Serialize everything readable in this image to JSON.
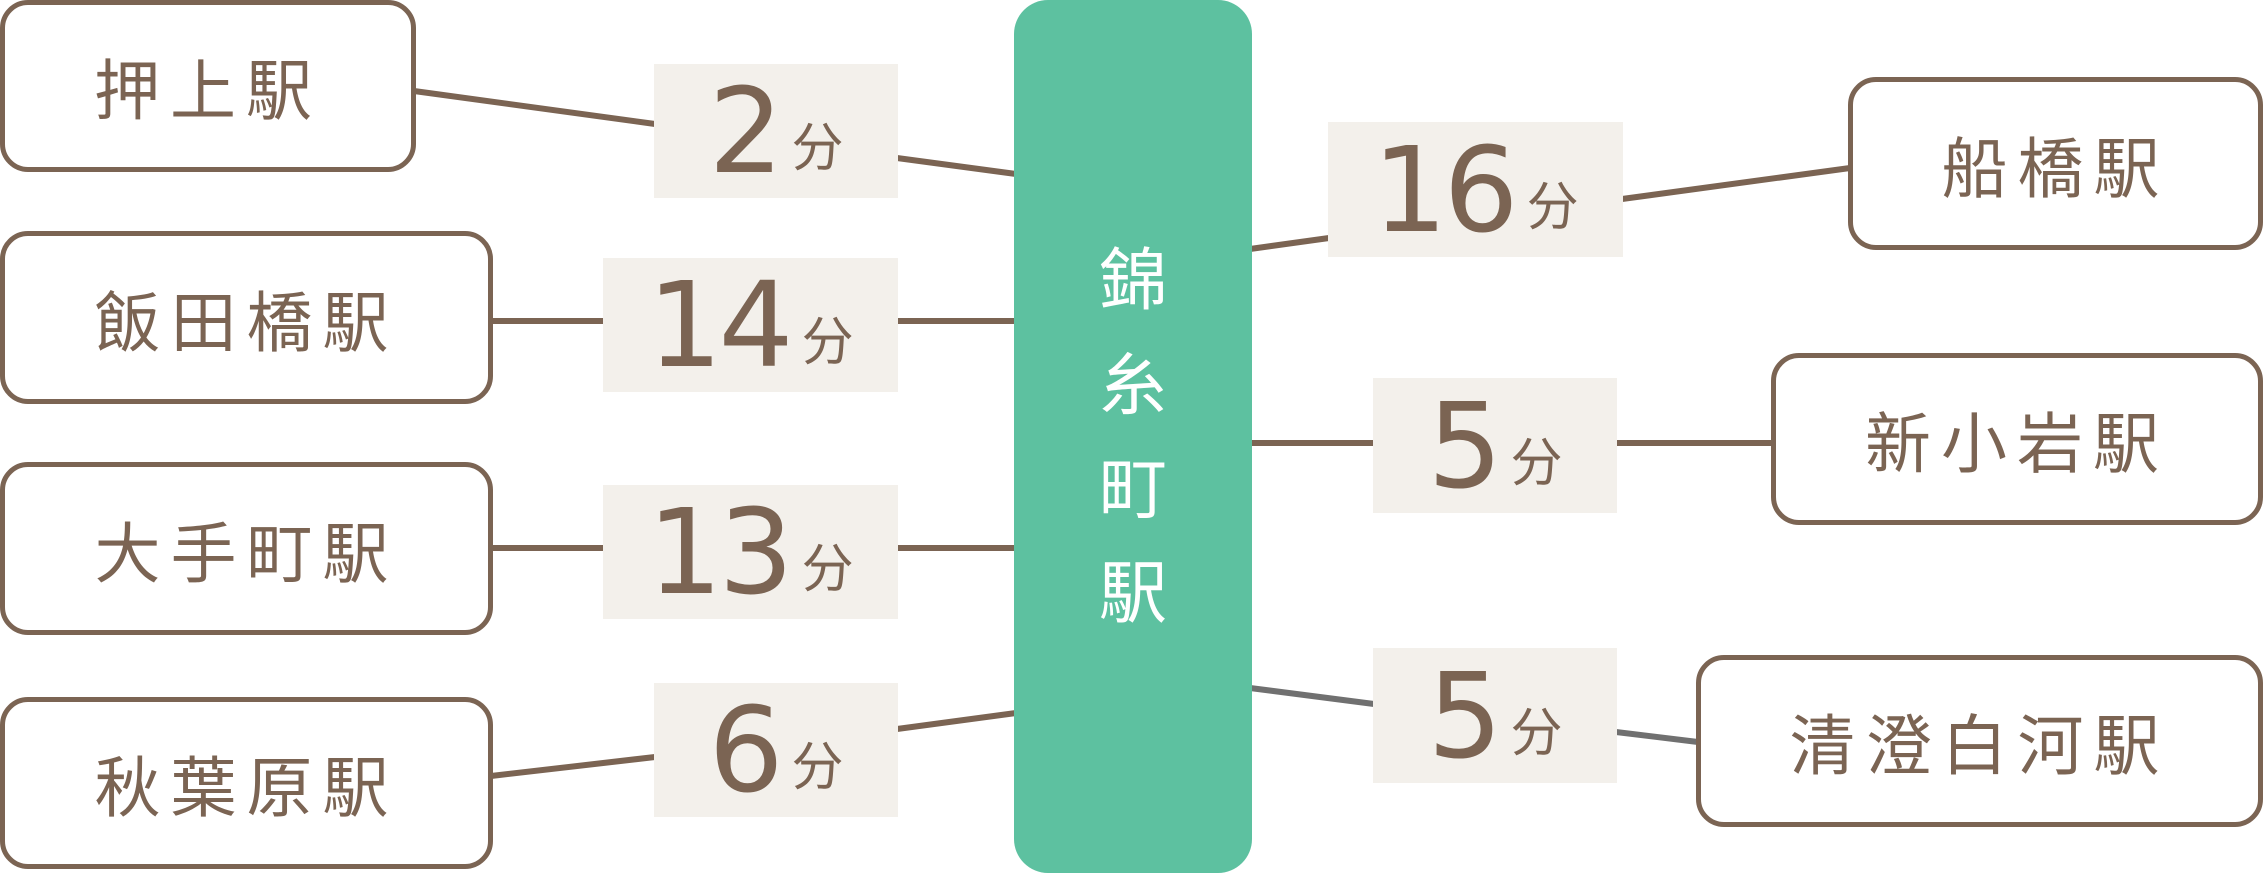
{
  "hub": {
    "name": "錦糸町駅",
    "chars": [
      "錦",
      "糸",
      "町",
      "駅"
    ],
    "color": "#5dc1a0"
  },
  "unit": "分",
  "colors": {
    "line": "#7b6453",
    "line_alt": "#707070",
    "time_bg": "#f3f0eb",
    "text": "#7b6453"
  },
  "left_routes": [
    {
      "station": "押上駅",
      "minutes": "2"
    },
    {
      "station": "飯田橋駅",
      "minutes": "14"
    },
    {
      "station": "大手町駅",
      "minutes": "13"
    },
    {
      "station": "秋葉原駅",
      "minutes": "6"
    }
  ],
  "right_routes": [
    {
      "station": "船橋駅",
      "minutes": "16"
    },
    {
      "station": "新小岩駅",
      "minutes": "5"
    },
    {
      "station": "清澄白河駅",
      "minutes": "5"
    }
  ]
}
